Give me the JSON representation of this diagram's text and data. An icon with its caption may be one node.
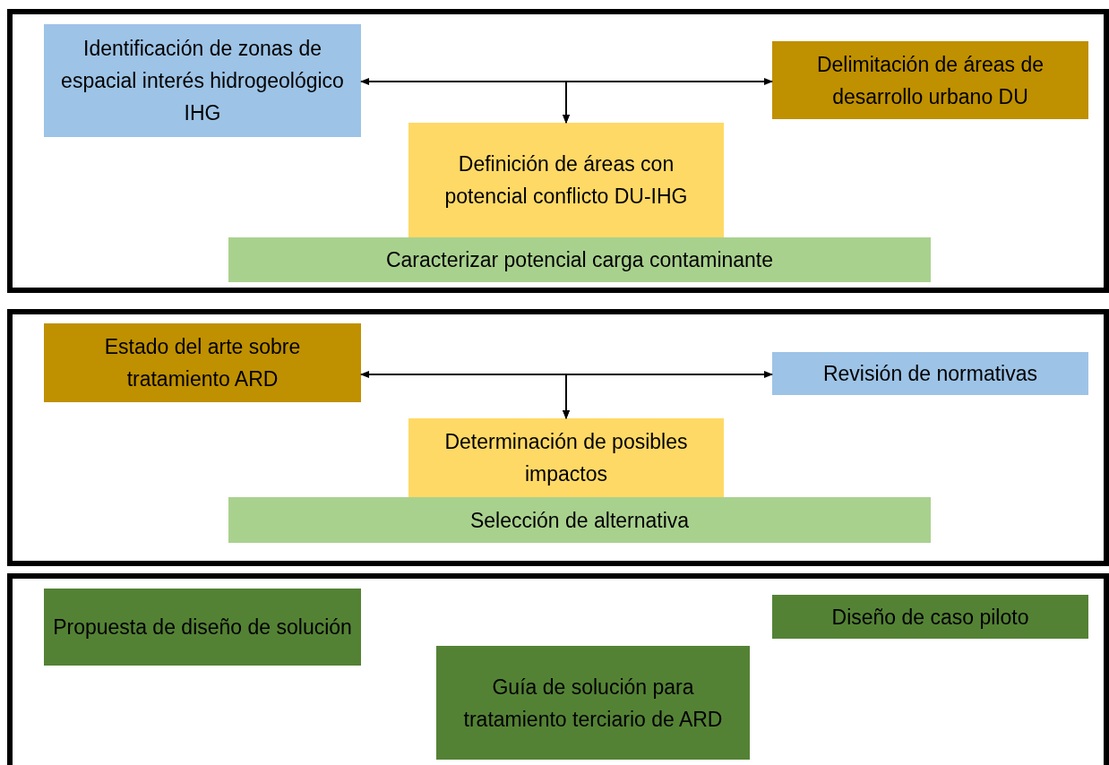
{
  "diagram": {
    "nodes": [
      {
        "text": [],
        "shape": "box"
      },
      {
        "text": [
          "Identificación de zonas de espacial interés hidrogeológico IHG"
        ],
        "in": 0
      },
      {
        "text": [
          "Delimitación de áreas de desarrollo urbano DU"
        ],
        "in": 0
      },
      {
        "text": [
          "Definición de áreas con potencial conflicto DU-IHG"
        ],
        "in": 0
      },
      {
        "text": [
          "Caracterizar potencial carga contaminante"
        ],
        "in": 0
      },
      {
        "text": [],
        "shape": "box"
      },
      {
        "text": [
          "Estado del arte sobre tratamiento ARD"
        ],
        "in": 5
      },
      {
        "text": [
          "Revisión de normativas"
        ],
        "in": 5
      },
      {
        "text": [
          "Determinación de posibles impactos"
        ],
        "in": 5
      },
      {
        "text": [
          "Selección de alternativa"
        ],
        "in": 5
      },
      {
        "text": [],
        "shape": "box"
      },
      {
        "text": [
          "Propuesta de diseño de solución"
        ],
        "in": 10
      },
      {
        "text": [
          "Diseño de caso piloto"
        ],
        "in": 10
      },
      {
        "text": [
          "Guía de solución para tratamiento terciario de ARD"
        ],
        "in": 10
      }
    ],
    "edges": [
      {
        "from": 1,
        "to": 2,
        "arrow": "both"
      },
      {
        "from": 1,
        "to": 3,
        "arrow": "to"
      },
      {
        "from": 2,
        "to": 3,
        "arrow": "to"
      },
      {
        "from": 6,
        "to": 7,
        "arrow": "both"
      },
      {
        "from": 6,
        "to": 8,
        "arrow": "to"
      },
      {
        "from": 7,
        "to": 8,
        "arrow": "to"
      }
    ]
  }
}
